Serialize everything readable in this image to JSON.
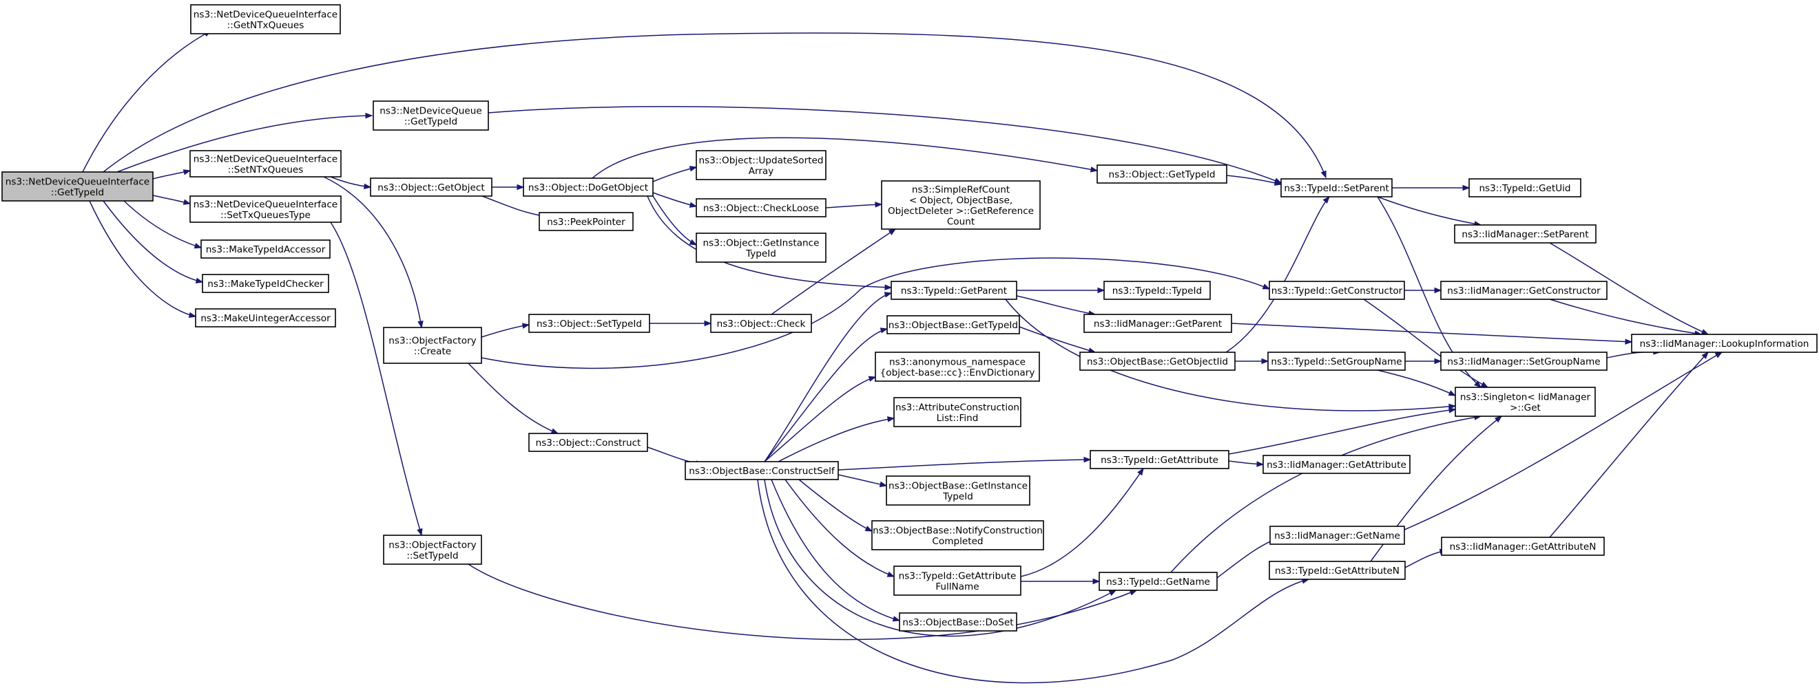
{
  "graph": {
    "colors": {
      "edge": "#191970",
      "root_fill": "#bfbfbf",
      "node_fill": "#ffffff",
      "border": "#000000"
    },
    "nodes": [
      {
        "id": "root",
        "lines": [
          "ns3::NetDeviceQueueInterface",
          "::GetTypeId"
        ]
      },
      {
        "id": "n1",
        "lines": [
          "ns3::NetDeviceQueueInterface",
          "::GetNTxQueues"
        ]
      },
      {
        "id": "n2",
        "lines": [
          "ns3::NetDeviceQueue",
          "::GetTypeId"
        ]
      },
      {
        "id": "n3",
        "lines": [
          "ns3::NetDeviceQueueInterface",
          "::SetNTxQueues"
        ]
      },
      {
        "id": "n4",
        "lines": [
          "ns3::NetDeviceQueueInterface",
          "::SetTxQueuesType"
        ]
      },
      {
        "id": "n5",
        "lines": [
          "ns3::MakeTypeIdAccessor"
        ]
      },
      {
        "id": "n6",
        "lines": [
          "ns3::MakeTypeIdChecker"
        ]
      },
      {
        "id": "n7",
        "lines": [
          "ns3::MakeUintegerAccessor"
        ]
      },
      {
        "id": "n8",
        "lines": [
          "ns3::Object::GetObject"
        ]
      },
      {
        "id": "n9",
        "lines": [
          "ns3::Object::DoGetObject"
        ]
      },
      {
        "id": "n10",
        "lines": [
          "ns3::PeekPointer"
        ]
      },
      {
        "id": "n11",
        "lines": [
          "ns3::Object::UpdateSorted",
          "Array"
        ]
      },
      {
        "id": "n12",
        "lines": [
          "ns3::Object::CheckLoose"
        ]
      },
      {
        "id": "n13",
        "lines": [
          "ns3::Object::GetInstance",
          "TypeId"
        ]
      },
      {
        "id": "n14",
        "lines": [
          "ns3::SimpleRefCount",
          "< Object, ObjectBase,",
          " ObjectDeleter >::GetReference",
          "Count"
        ]
      },
      {
        "id": "n15",
        "lines": [
          "ns3::Object::GetTypeId"
        ]
      },
      {
        "id": "n16",
        "lines": [
          "ns3::TypeId::SetParent"
        ]
      },
      {
        "id": "n17",
        "lines": [
          "ns3::TypeId::GetUid"
        ]
      },
      {
        "id": "n18",
        "lines": [
          "ns3::IidManager::SetParent"
        ]
      },
      {
        "id": "n19",
        "lines": [
          "ns3::ObjectFactory",
          "::Create"
        ]
      },
      {
        "id": "n20",
        "lines": [
          "ns3::Object::SetTypeId"
        ]
      },
      {
        "id": "n21",
        "lines": [
          "ns3::Object::Check"
        ]
      },
      {
        "id": "n22",
        "lines": [
          "ns3::TypeId::GetParent"
        ]
      },
      {
        "id": "n23",
        "lines": [
          "ns3::TypeId::TypeId"
        ]
      },
      {
        "id": "n24",
        "lines": [
          "ns3::IidManager::GetParent"
        ]
      },
      {
        "id": "n25",
        "lines": [
          "ns3::TypeId::GetConstructor"
        ]
      },
      {
        "id": "n26",
        "lines": [
          "ns3::IidManager::GetConstructor"
        ]
      },
      {
        "id": "n27",
        "lines": [
          "ns3::IidManager::LookupInformation"
        ]
      },
      {
        "id": "n28",
        "lines": [
          "ns3::ObjectBase::GetTypeId"
        ]
      },
      {
        "id": "n29",
        "lines": [
          "ns3::ObjectBase::GetObjectIid"
        ]
      },
      {
        "id": "n30",
        "lines": [
          "ns3::TypeId::SetGroupName"
        ]
      },
      {
        "id": "n31",
        "lines": [
          "ns3::IidManager::SetGroupName"
        ]
      },
      {
        "id": "n32",
        "lines": [
          "ns3::anonymous_namespace",
          "{object-base::cc}::EnvDictionary"
        ]
      },
      {
        "id": "n33",
        "lines": [
          "ns3::Singleton< IidManager",
          " >::Get"
        ]
      },
      {
        "id": "n34",
        "lines": [
          "ns3::AttributeConstruction",
          "List::Find"
        ]
      },
      {
        "id": "n35",
        "lines": [
          "ns3::Object::Construct"
        ]
      },
      {
        "id": "n36",
        "lines": [
          "ns3::ObjectBase::ConstructSelf"
        ]
      },
      {
        "id": "n37",
        "lines": [
          "ns3::TypeId::GetAttribute"
        ]
      },
      {
        "id": "n38",
        "lines": [
          "ns3::IidManager::GetAttribute"
        ]
      },
      {
        "id": "n39",
        "lines": [
          "ns3::ObjectBase::GetInstance",
          "TypeId"
        ]
      },
      {
        "id": "n40",
        "lines": [
          "ns3::ObjectBase::NotifyConstruction",
          "Completed"
        ]
      },
      {
        "id": "n41",
        "lines": [
          "ns3::IidManager::GetName"
        ]
      },
      {
        "id": "n42",
        "lines": [
          "ns3::IidManager::GetAttributeN"
        ]
      },
      {
        "id": "n43",
        "lines": [
          "ns3::ObjectFactory",
          "::SetTypeId"
        ]
      },
      {
        "id": "n44",
        "lines": [
          "ns3::TypeId::GetAttribute",
          "FullName"
        ]
      },
      {
        "id": "n45",
        "lines": [
          "ns3::TypeId::GetName"
        ]
      },
      {
        "id": "n46",
        "lines": [
          "ns3::TypeId::GetAttributeN"
        ]
      },
      {
        "id": "n47",
        "lines": [
          "ns3::ObjectBase::DoSet"
        ]
      }
    ],
    "edges": [
      [
        "root",
        "n1"
      ],
      [
        "root",
        "n16"
      ],
      [
        "root",
        "n2"
      ],
      [
        "root",
        "n3"
      ],
      [
        "root",
        "n4"
      ],
      [
        "root",
        "n5"
      ],
      [
        "root",
        "n6"
      ],
      [
        "root",
        "n7"
      ],
      [
        "n2",
        "n16"
      ],
      [
        "n3",
        "n8"
      ],
      [
        "n3",
        "n19"
      ],
      [
        "n4",
        "n43"
      ],
      [
        "n8",
        "n9"
      ],
      [
        "n8",
        "n10"
      ],
      [
        "n9",
        "n15"
      ],
      [
        "n9",
        "n11"
      ],
      [
        "n9",
        "n12"
      ],
      [
        "n9",
        "n13"
      ],
      [
        "n9",
        "n22"
      ],
      [
        "n12",
        "n14"
      ],
      [
        "n15",
        "n16"
      ],
      [
        "n16",
        "n17"
      ],
      [
        "n16",
        "n18"
      ],
      [
        "n16",
        "n33"
      ],
      [
        "n18",
        "n27"
      ],
      [
        "n19",
        "n20"
      ],
      [
        "n19",
        "n25"
      ],
      [
        "n19",
        "n35"
      ],
      [
        "n20",
        "n21"
      ],
      [
        "n21",
        "n14"
      ],
      [
        "n22",
        "n23"
      ],
      [
        "n22",
        "n24"
      ],
      [
        "n22",
        "n33"
      ],
      [
        "n24",
        "n27"
      ],
      [
        "n25",
        "n26"
      ],
      [
        "n25",
        "n33"
      ],
      [
        "n26",
        "n27"
      ],
      [
        "n28",
        "n29"
      ],
      [
        "n29",
        "n16"
      ],
      [
        "n29",
        "n30"
      ],
      [
        "n30",
        "n31"
      ],
      [
        "n30",
        "n33"
      ],
      [
        "n31",
        "n27"
      ],
      [
        "n35",
        "n36"
      ],
      [
        "n36",
        "n22"
      ],
      [
        "n36",
        "n28"
      ],
      [
        "n36",
        "n32"
      ],
      [
        "n36",
        "n34"
      ],
      [
        "n36",
        "n37"
      ],
      [
        "n36",
        "n39"
      ],
      [
        "n36",
        "n40"
      ],
      [
        "n36",
        "n44"
      ],
      [
        "n36",
        "n47"
      ],
      [
        "n36",
        "n45"
      ],
      [
        "n36",
        "n46"
      ],
      [
        "n37",
        "n38"
      ],
      [
        "n37",
        "n33"
      ],
      [
        "n41",
        "n27"
      ],
      [
        "n42",
        "n27"
      ],
      [
        "n43",
        "n45"
      ],
      [
        "n44",
        "n37"
      ],
      [
        "n44",
        "n45"
      ],
      [
        "n45",
        "n41"
      ],
      [
        "n45",
        "n33"
      ],
      [
        "n46",
        "n42"
      ],
      [
        "n46",
        "n33"
      ]
    ]
  }
}
